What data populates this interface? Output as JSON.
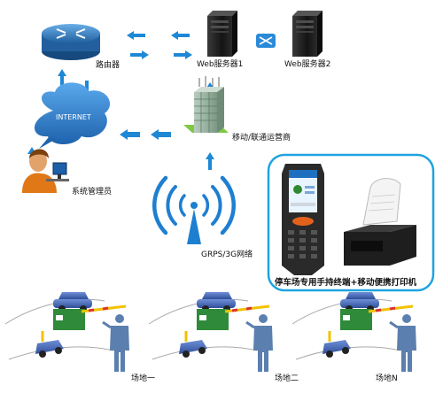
{
  "nodes": {
    "router": {
      "label": "路由器"
    },
    "web_server_1": {
      "label": "Web服务器1"
    },
    "web_server_2": {
      "label": "Web服务器2"
    },
    "internet": {
      "label": "INTERNET"
    },
    "operator": {
      "label": "移动/联通运营商"
    },
    "admin": {
      "label": "系统管理员"
    },
    "wireless": {
      "label": "GRPS/3G网络"
    },
    "terminal_panel": {
      "caption": "停车场专用手持终端+移动便携打印机"
    }
  },
  "sites": [
    {
      "label": "场地一"
    },
    {
      "label": "场地二"
    },
    {
      "label": "场地N"
    }
  ],
  "colors": {
    "arrow": "#1e88d6",
    "panel_border": "#1ea3e0",
    "router": "#2a75b8",
    "cloud": "#2d7cc7",
    "server": "#1e1e1e",
    "building": "#7ea28a",
    "operator_green": "#7ec843"
  }
}
